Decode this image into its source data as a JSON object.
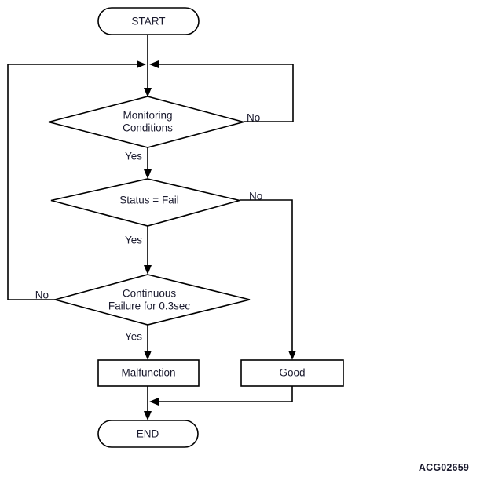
{
  "diagram": {
    "type": "flowchart",
    "figure_code": "ACG02659",
    "nodes": {
      "start": {
        "id": "start",
        "shape": "terminator",
        "label": "START"
      },
      "d1": {
        "id": "d1",
        "shape": "decision",
        "label_line1": "Monitoring",
        "label_line2": "Conditions"
      },
      "d2": {
        "id": "d2",
        "shape": "decision",
        "label_line1": "Status = Fail",
        "label_line2": ""
      },
      "d3": {
        "id": "d3",
        "shape": "decision",
        "label_line1": "Continuous",
        "label_line2": "Failure for 0.3sec"
      },
      "malfunction": {
        "id": "malfunction",
        "shape": "process",
        "label": "Malfunction"
      },
      "good": {
        "id": "good",
        "shape": "process",
        "label": "Good"
      },
      "end": {
        "id": "end",
        "shape": "terminator",
        "label": "END"
      }
    },
    "edge_labels": {
      "d1_no": "No",
      "d1_yes": "Yes",
      "d2_no": "No",
      "d2_yes": "Yes",
      "d3_no": "No",
      "d3_yes": "Yes"
    },
    "edges": [
      {
        "from": "start",
        "to": "d1",
        "label": ""
      },
      {
        "from": "d1",
        "to": "d2",
        "label": "Yes"
      },
      {
        "from": "d1",
        "to": "d1_entry",
        "label": "No"
      },
      {
        "from": "d2",
        "to": "d3",
        "label": "Yes"
      },
      {
        "from": "d2",
        "to": "good",
        "label": "No"
      },
      {
        "from": "d3",
        "to": "malfunction",
        "label": "Yes"
      },
      {
        "from": "d3",
        "to": "d1_entry",
        "label": "No"
      },
      {
        "from": "malfunction",
        "to": "end",
        "label": ""
      },
      {
        "from": "good",
        "to": "end",
        "label": ""
      }
    ],
    "colors": {
      "stroke": "#000000",
      "fill": "#ffffff",
      "text": "#1a1a2e",
      "background": "#ffffff"
    }
  }
}
